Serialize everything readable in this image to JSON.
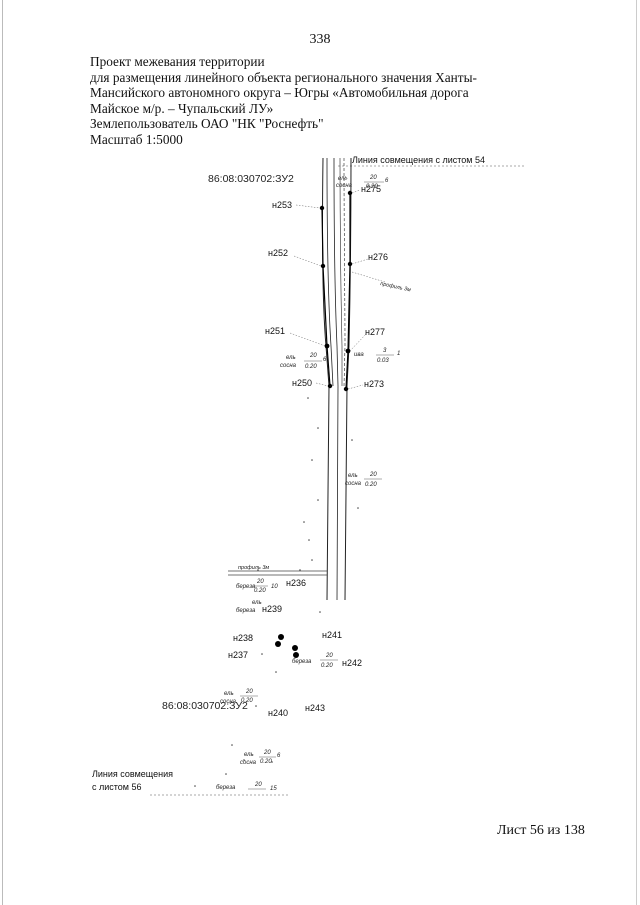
{
  "page_number": "338",
  "header": {
    "lines": [
      "Проект межевания территории",
      "для размещения линейного объекта регионального значения Ханты-",
      "Мансийского автономного округа – Югры «Автомобильная дорога",
      "Майское м/р. – Чупальский ЛУ»",
      "Землепользователь ОАО \"НК \"Роснефть\"",
      "Масштаб 1:5000"
    ]
  },
  "map": {
    "top_match_line": "Линия совмещения с листом 54",
    "bottom_match_line_1": "Линия совмещения",
    "bottom_match_line_2": "с листом 56",
    "parcel_top": "86:08:030702:ЗУ2",
    "parcel_bottom": "86:08:030702:ЗУ2",
    "profile_top": "профиль 3м",
    "profile_mid": "профиль 3м",
    "points": {
      "n253": "н253",
      "n275": "н275",
      "n252": "н252",
      "n276": "н276",
      "n251": "н251",
      "n277": "н277",
      "n250": "н250",
      "n273": "н273",
      "n236": "н236",
      "n239": "н239",
      "n238": "н238",
      "n241": "н241",
      "n237": "н237",
      "n242": "н242",
      "n240": "н240",
      "n243": "н243"
    },
    "forest": {
      "f1_species": "ель",
      "f1_species2": "сосна",
      "f1_num": "20",
      "f1_den": "0.20",
      "f1_suf": "6",
      "f2_species": "ель",
      "f2_species2": "сосна",
      "f2_num": "20",
      "f2_den": "0.20",
      "f2_suf": "6",
      "f3_species": "ива",
      "f3_num": "3",
      "f3_den": "0.03",
      "f3_suf": "1",
      "f4_species": "ель",
      "f4_species2": "сосна",
      "f4_num": "20",
      "f4_den": "0.20",
      "f5_species": "береза",
      "f5_num": "20",
      "f5_den": "0.20",
      "f5_suf": "10",
      "f6_species": "ель",
      "f6_species2": "береза",
      "f7_species": "береза",
      "f7_num": "20",
      "f7_den": "0.20",
      "f8_species": "ель",
      "f8_species2": "сосна",
      "f8_num": "20",
      "f8_den": "0.20",
      "f9_species": "ель",
      "f9_species2": "сосна",
      "f9_num": "20",
      "f9_den": "0.20",
      "f9_suf": "6",
      "f10_species": "береза",
      "f10_num": "20",
      "f10_suf": "15"
    }
  },
  "sheet_label": "Лист 56 из 138"
}
